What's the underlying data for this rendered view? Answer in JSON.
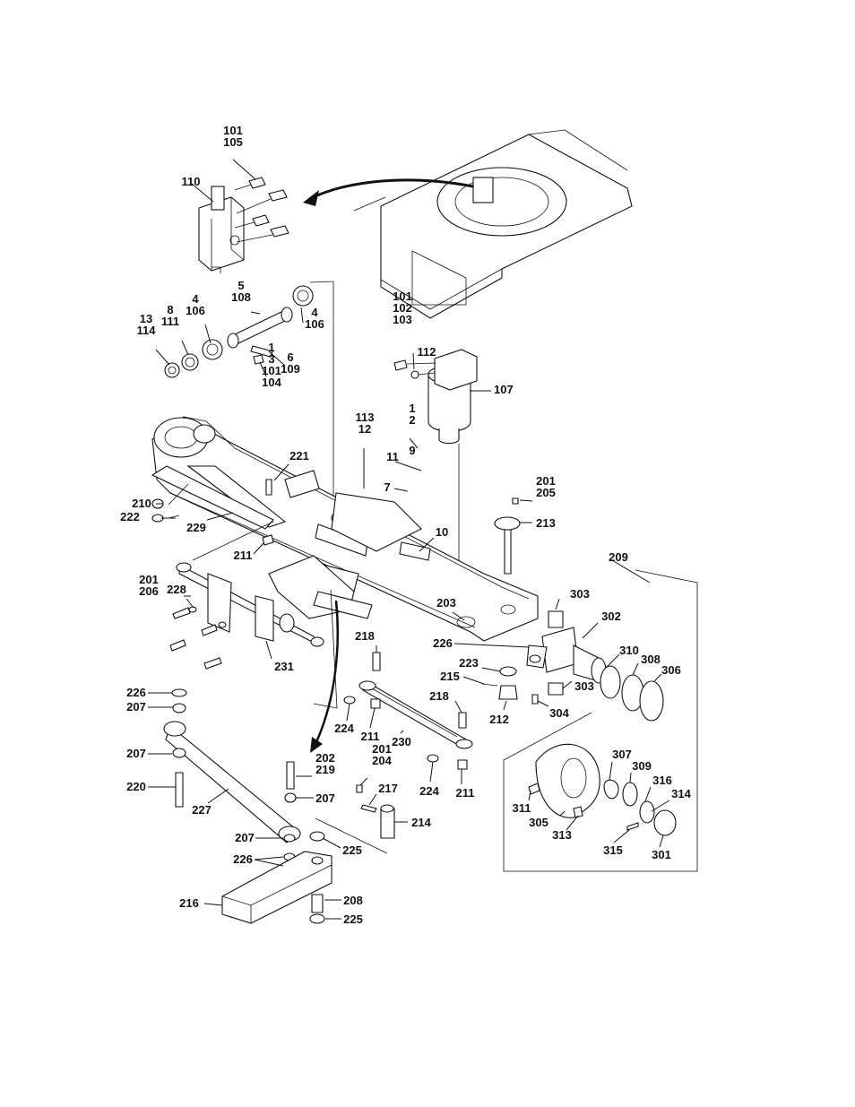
{
  "callouts": [
    {
      "id": "c-101-105",
      "lines": [
        "101",
        "105"
      ]
    },
    {
      "id": "c-110",
      "lines": [
        "110"
      ]
    },
    {
      "id": "c-5-108",
      "lines": [
        "5",
        "108"
      ]
    },
    {
      "id": "c-4-106-left",
      "lines": [
        "4",
        "106"
      ]
    },
    {
      "id": "c-4-106-right",
      "lines": [
        "4",
        "106"
      ]
    },
    {
      "id": "c-8-111",
      "lines": [
        "8",
        "111"
      ]
    },
    {
      "id": "c-13-114",
      "lines": [
        "13",
        "114"
      ]
    },
    {
      "id": "c-6-109",
      "lines": [
        "6",
        "109"
      ]
    },
    {
      "id": "c-1-3-101-104",
      "lines": [
        "1",
        "3",
        "101",
        "104"
      ]
    },
    {
      "id": "c-101-102-103",
      "lines": [
        "101",
        "102",
        "103"
      ]
    },
    {
      "id": "c-112",
      "lines": [
        "112"
      ]
    },
    {
      "id": "c-107",
      "lines": [
        "107"
      ]
    },
    {
      "id": "c-113-12",
      "lines": [
        "113",
        "12"
      ]
    },
    {
      "id": "c-1-2",
      "lines": [
        "1",
        "2"
      ]
    },
    {
      "id": "c-9",
      "lines": [
        "9"
      ]
    },
    {
      "id": "c-11",
      "lines": [
        "11"
      ]
    },
    {
      "id": "c-7",
      "lines": [
        "7"
      ]
    },
    {
      "id": "c-10",
      "lines": [
        "10"
      ]
    },
    {
      "id": "c-221",
      "lines": [
        "221"
      ]
    },
    {
      "id": "c-210",
      "lines": [
        "210"
      ]
    },
    {
      "id": "c-222",
      "lines": [
        "222"
      ]
    },
    {
      "id": "c-229",
      "lines": [
        "229"
      ]
    },
    {
      "id": "c-211-top",
      "lines": [
        "211"
      ]
    },
    {
      "id": "c-201-205",
      "lines": [
        "201",
        "205"
      ]
    },
    {
      "id": "c-213",
      "lines": [
        "213"
      ]
    },
    {
      "id": "c-209",
      "lines": [
        "209"
      ]
    },
    {
      "id": "c-303-top",
      "lines": [
        "303"
      ]
    },
    {
      "id": "c-302",
      "lines": [
        "302"
      ]
    },
    {
      "id": "c-203",
      "lines": [
        "203"
      ]
    },
    {
      "id": "c-201-206",
      "lines": [
        "201",
        "206"
      ]
    },
    {
      "id": "c-228",
      "lines": [
        "228"
      ]
    },
    {
      "id": "c-226-mid",
      "lines": [
        "226"
      ]
    },
    {
      "id": "c-310",
      "lines": [
        "310"
      ]
    },
    {
      "id": "c-308",
      "lines": [
        "308"
      ]
    },
    {
      "id": "c-306",
      "lines": [
        "306"
      ]
    },
    {
      "id": "c-218-top",
      "lines": [
        "218"
      ]
    },
    {
      "id": "c-223",
      "lines": [
        "223"
      ]
    },
    {
      "id": "c-215",
      "lines": [
        "215"
      ]
    },
    {
      "id": "c-303-bottom",
      "lines": [
        "303"
      ]
    },
    {
      "id": "c-304",
      "lines": [
        "304"
      ]
    },
    {
      "id": "c-212",
      "lines": [
        "212"
      ]
    },
    {
      "id": "c-231",
      "lines": [
        "231"
      ]
    },
    {
      "id": "c-226-left",
      "lines": [
        "226"
      ]
    },
    {
      "id": "c-207-a",
      "lines": [
        "207"
      ]
    },
    {
      "id": "c-218-mid",
      "lines": [
        "218"
      ]
    },
    {
      "id": "c-224-left",
      "lines": [
        "224"
      ]
    },
    {
      "id": "c-211-mid",
      "lines": [
        "211"
      ]
    },
    {
      "id": "c-230",
      "lines": [
        "230"
      ]
    },
    {
      "id": "c-207-b",
      "lines": [
        "207"
      ]
    },
    {
      "id": "c-202-219",
      "lines": [
        "202",
        "219"
      ]
    },
    {
      "id": "c-201-204",
      "lines": [
        "201",
        "204"
      ]
    },
    {
      "id": "c-220",
      "lines": [
        "220"
      ]
    },
    {
      "id": "c-207-c",
      "lines": [
        "207"
      ]
    },
    {
      "id": "c-227",
      "lines": [
        "227"
      ]
    },
    {
      "id": "c-217",
      "lines": [
        "217"
      ]
    },
    {
      "id": "c-224-right",
      "lines": [
        "224"
      ]
    },
    {
      "id": "c-211-right",
      "lines": [
        "211"
      ]
    },
    {
      "id": "c-214",
      "lines": [
        "214"
      ]
    },
    {
      "id": "c-207-d",
      "lines": [
        "207"
      ]
    },
    {
      "id": "c-225-top",
      "lines": [
        "225"
      ]
    },
    {
      "id": "c-226-bottom",
      "lines": [
        "226"
      ]
    },
    {
      "id": "c-307",
      "lines": [
        "307"
      ]
    },
    {
      "id": "c-309",
      "lines": [
        "309"
      ]
    },
    {
      "id": "c-316",
      "lines": [
        "316"
      ]
    },
    {
      "id": "c-314",
      "lines": [
        "314"
      ]
    },
    {
      "id": "c-311",
      "lines": [
        "311"
      ]
    },
    {
      "id": "c-305",
      "lines": [
        "305"
      ]
    },
    {
      "id": "c-313",
      "lines": [
        "313"
      ]
    },
    {
      "id": "c-315",
      "lines": [
        "315"
      ]
    },
    {
      "id": "c-301",
      "lines": [
        "301"
      ]
    },
    {
      "id": "c-216",
      "lines": [
        "216"
      ]
    },
    {
      "id": "c-208",
      "lines": [
        "208"
      ]
    },
    {
      "id": "c-225-bottom",
      "lines": [
        "225"
      ]
    }
  ]
}
